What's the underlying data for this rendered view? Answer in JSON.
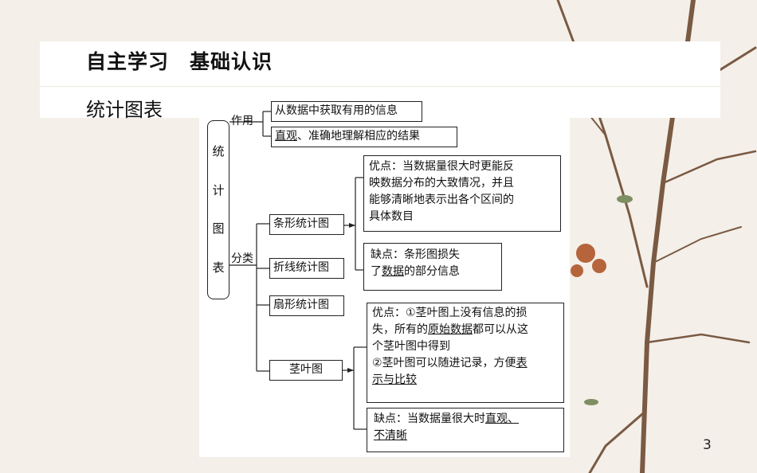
{
  "slide": {
    "title": "自主学习　基础认识",
    "subtitle": "统计图表",
    "page_number": "3"
  },
  "diagram": {
    "root_chars": [
      "统",
      "计",
      "图",
      "表"
    ],
    "branch_use": "作用",
    "branch_classify": "分类",
    "use_items": {
      "item1": "从数据中获取有用的信息",
      "item2_u": "直观",
      "item2_rest": "、准确地理解相应的结果"
    },
    "types": {
      "bar": "条形统计图",
      "line": "折线统计图",
      "pie": "扇形统计图",
      "stem": "茎叶图"
    },
    "bar_pros": {
      "line1": "优点：当数据量很大时更能反",
      "line2": "映数据分布的大致情况，并且",
      "line3": "能够清晰地表示出各个区间的",
      "line4": "具体数目"
    },
    "bar_cons": {
      "line1": "缺点：条形图损失",
      "line2_a": "了",
      "line2_u": "数据",
      "line2_b": "的部分信息"
    },
    "stem_pros": {
      "line1": "优点：①茎叶图上没有信息的损",
      "line2_a": "失，所有的",
      "line2_u": "原始数据",
      "line2_b": "都可以从这",
      "line3": "个茎叶图中得到",
      "line4_a": "②茎叶图可以随进记录，方便",
      "line4_u": "表",
      "line5_u": "示与比较"
    },
    "stem_cons": {
      "line1_a": "缺点：当数据量很大时",
      "line1_u": "直观、",
      "line2_u": "不清晰"
    }
  }
}
